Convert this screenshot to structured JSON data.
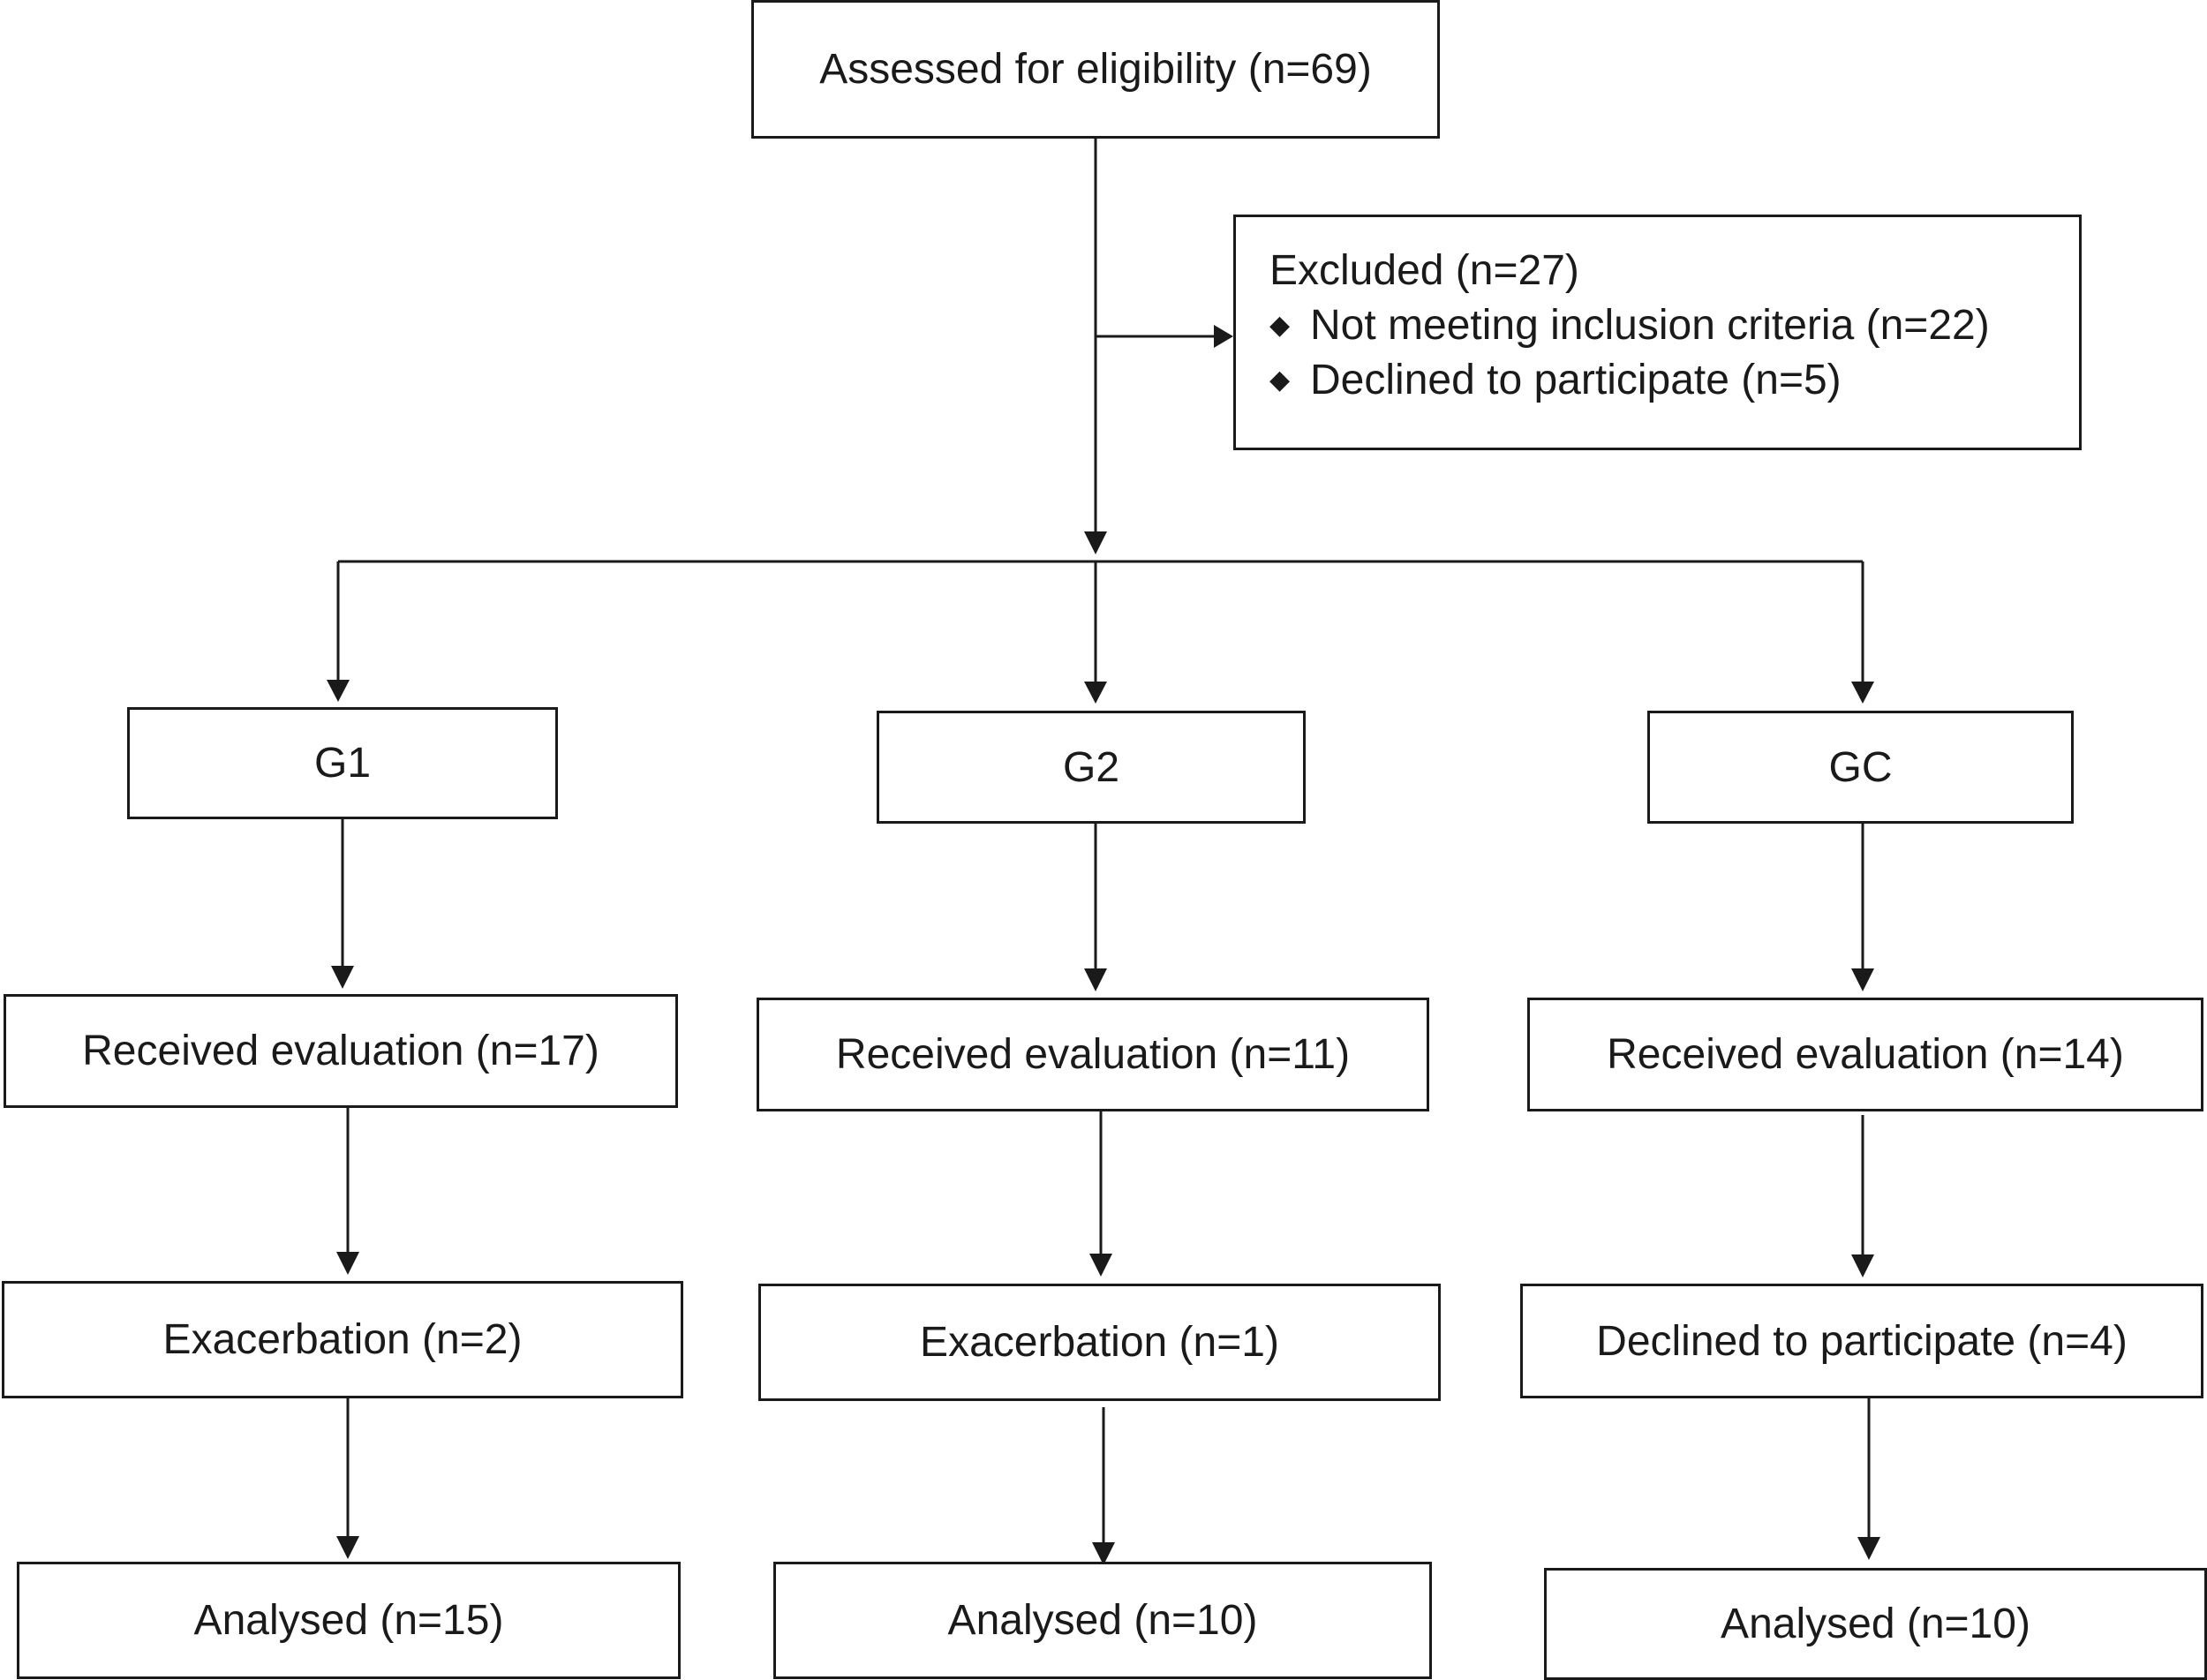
{
  "eligibility": "Assessed for eligibility (n=69)",
  "excluded": {
    "title": "Excluded (n=27)",
    "items": [
      "Not meeting inclusion criteria (n=22)",
      "Declined to participate (n=5)"
    ],
    "bullet": "◆"
  },
  "groups": [
    {
      "name": "G1",
      "received": "Received evaluation (n=17)",
      "loss": "Exacerbation (n=2)",
      "analysed": "Analysed (n=15)"
    },
    {
      "name": "G2",
      "received": "Received evaluation (n=11)",
      "loss": "Exacerbation (n=1)",
      "analysed": "Analysed (n=10)"
    },
    {
      "name": "GC",
      "received": "Received evaluation (n=14)",
      "loss": "Declined to participate (n=4)",
      "analysed": "Analysed (n=10)"
    }
  ]
}
